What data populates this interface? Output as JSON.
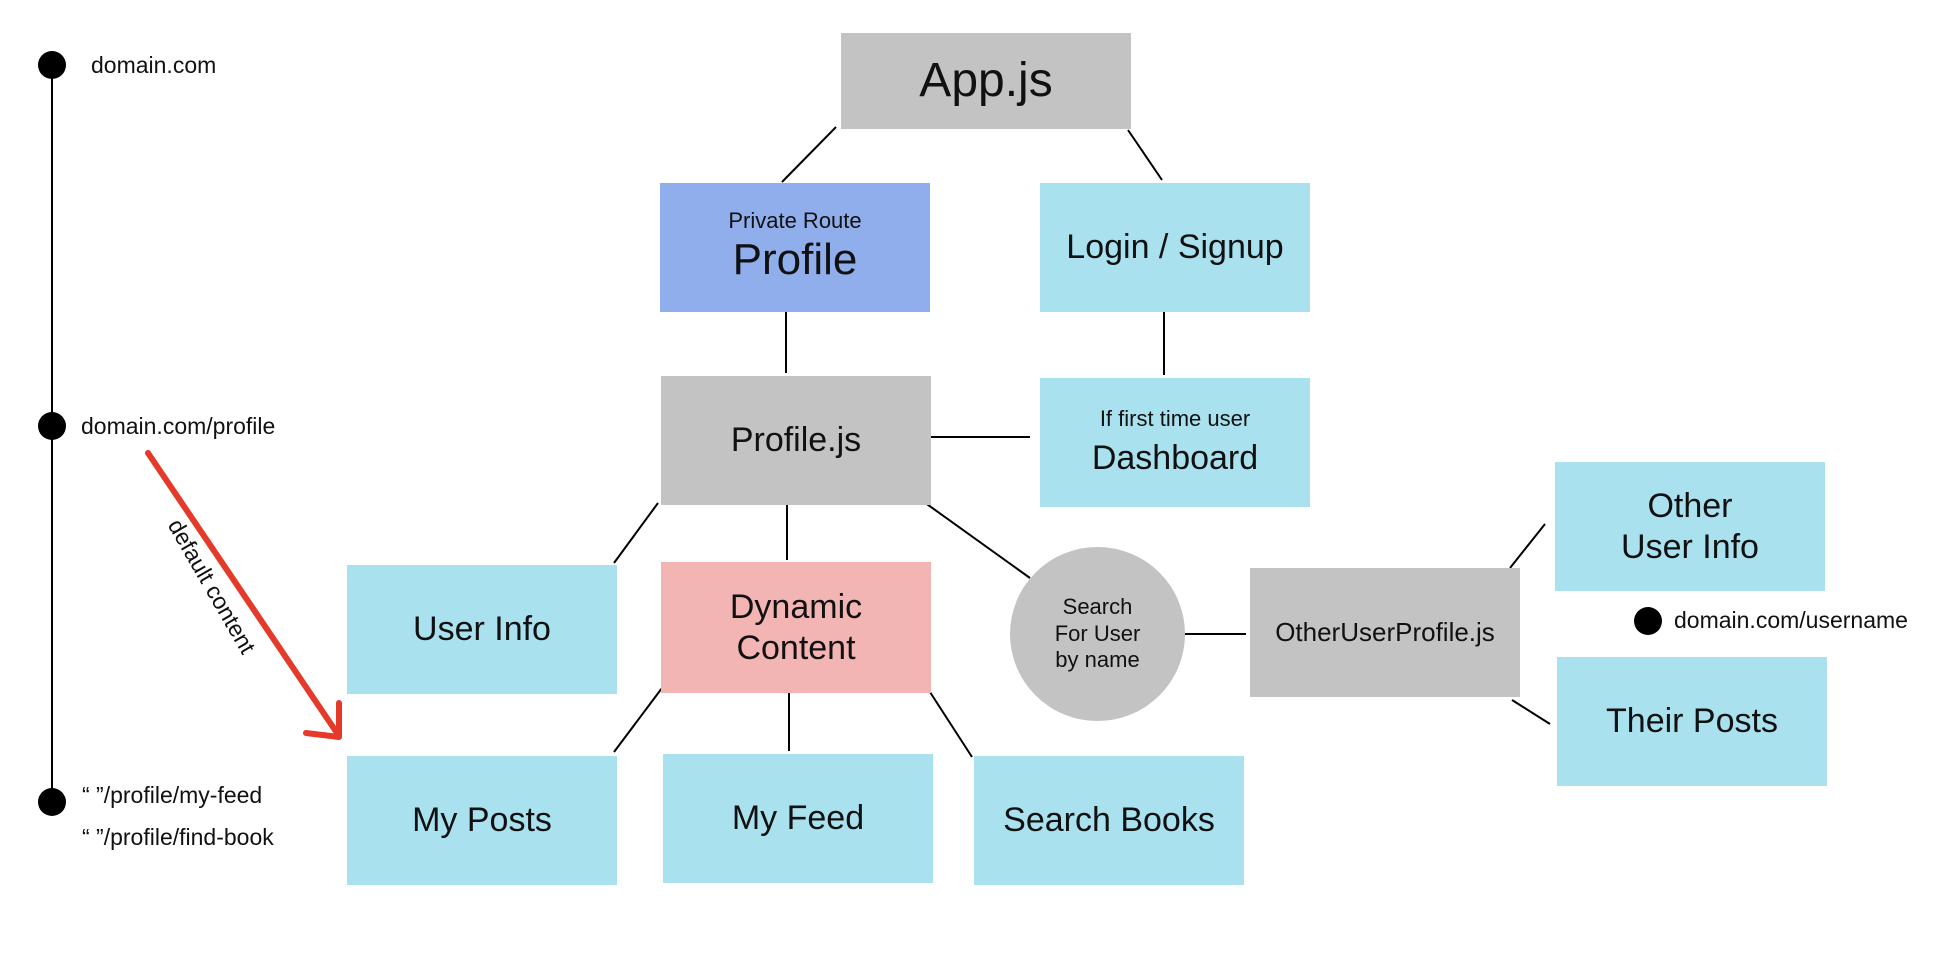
{
  "nodes": {
    "app": "App.js",
    "profile_caption": "Private Route",
    "profile": "Profile",
    "login": "Login / Signup",
    "profile_js": "Profile.js",
    "dashboard_caption": "If first time user",
    "dashboard": "Dashboard",
    "user_info": "User Info",
    "dynamic_content_line1": "Dynamic",
    "dynamic_content_line2": "Content",
    "search_user_line1": "Search",
    "search_user_line2": "For User",
    "search_user_line3": "by name",
    "other_user_profile": "OtherUserProfile.js",
    "other_user_info_line1": "Other",
    "other_user_info_line2": "User Info",
    "their_posts": "Their Posts",
    "my_posts": "My Posts",
    "my_feed": "My Feed",
    "search_books": "Search Books"
  },
  "routes": {
    "root": "domain.com",
    "profile": "domain.com/profile",
    "my_feed": "“ ”/profile/my-feed",
    "find_book": "“ ”/profile/find-book",
    "username": "domain.com/username"
  },
  "annotation": {
    "default_content": "default content"
  },
  "colors": {
    "gray": "#c3c3c3",
    "cyan": "#a9e1ef",
    "blue": "#91aeec",
    "pink": "#f3b4b4",
    "arrow": "#e53a2a"
  }
}
